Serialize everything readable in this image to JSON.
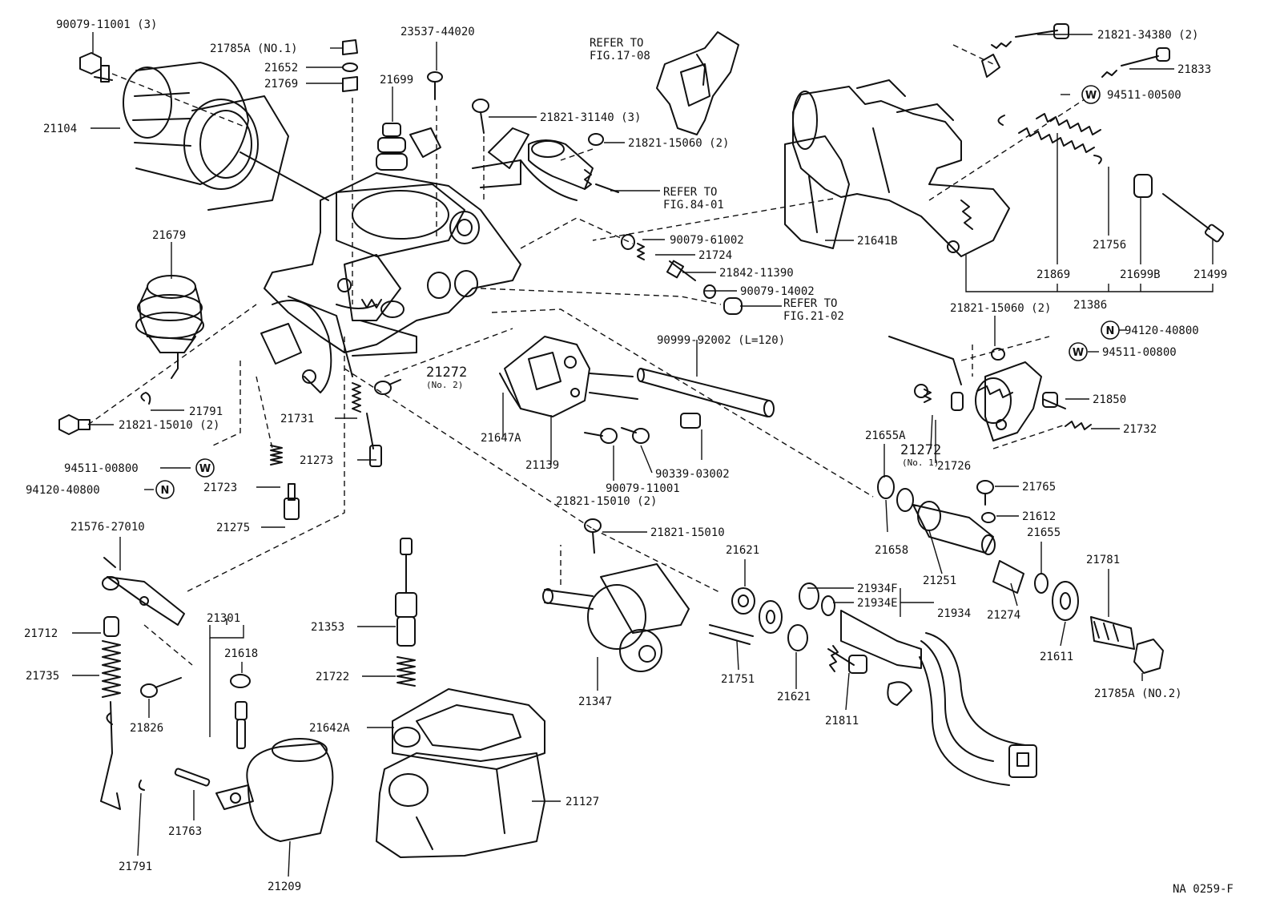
{
  "diagram": {
    "figure_code": "NA 0259-F",
    "labels": {
      "p90079_11001_3": "90079-11001 (3)",
      "p21785A_1": "21785A (NO.1)",
      "p21652": "21652",
      "p21769": "21769",
      "p23537_44020": "23537-44020",
      "p21699": "21699",
      "p21104": "21104",
      "p21821_31140_3": "21821-31140 (3)",
      "p21821_15060_2a": "21821-15060 (2)",
      "ref_17_08_a": "REFER TO",
      "ref_17_08_b": "FIG.17-08",
      "ref_84_01_a": "REFER TO",
      "ref_84_01_b": "FIG.84-01",
      "ref_21_02_a": "REFER TO",
      "ref_21_02_b": "FIG.21-02",
      "p21821_34380_2": "21821-34380 (2)",
      "p21833": "21833",
      "p94511_00500": "94511-00500",
      "p21679": "21679",
      "p90079_61002": "90079-61002",
      "p21724": "21724",
      "p21842_11390": "21842-11390",
      "p90079_14002": "90079-14002",
      "p21641B": "21641B",
      "p21756": "21756",
      "p21869": "21869",
      "p21699B": "21699B",
      "p21499": "21499",
      "p21386": "21386",
      "p21821_15060_2b": "21821-15060 (2)",
      "p94120_40800_r": "94120-40800",
      "p94511_00800_r": "94511-00800",
      "p90999_92002": "90999-92002 (L=120)",
      "p21272_no2": "21272",
      "p21272_no2_sub": "(No. 2)",
      "p21791_a": "21791",
      "p21821_15010_2a": "21821-15010 (2)",
      "p94511_00800_l": "94511-00800",
      "p94120_40800_l": "94120-40800",
      "p21731": "21731",
      "p21273": "21273",
      "p21723": "21723",
      "p21275": "21275",
      "p21647A": "21647A",
      "p21139": "21139",
      "p90079_11001": "90079-11001",
      "p90339_03002": "90339-03002",
      "p21821_15010_2b": "21821-15010 (2)",
      "p21850": "21850",
      "p21732": "21732",
      "p21655A": "21655A",
      "p21272_no1": "21272",
      "p21272_no1_sub": "(No. 1)",
      "p21726": "21726",
      "p21765": "21765",
      "p21612": "21612",
      "p21655": "21655",
      "p21576_27010": "21576-27010",
      "p21821_15010": "21821-15010",
      "p21621_a": "21621",
      "p21658": "21658",
      "p21251": "21251",
      "p21274": "21274",
      "p21781": "21781",
      "p21934F": "21934F",
      "p21934E": "21934E",
      "p21934": "21934",
      "p21712": "21712",
      "p21301": "21301",
      "p21618": "21618",
      "p21353": "21353",
      "p21735": "21735",
      "p21722": "21722",
      "p21347": "21347",
      "p21751": "21751",
      "p21621_b": "21621",
      "p21811": "21811",
      "p21611": "21611",
      "p21785A_2": "21785A (NO.2)",
      "p21826": "21826",
      "p21642A": "21642A",
      "p21127": "21127",
      "p21763": "21763",
      "p21791_b": "21791",
      "p21209": "21209"
    },
    "badges": {
      "washer": "W",
      "nut": "N"
    }
  }
}
